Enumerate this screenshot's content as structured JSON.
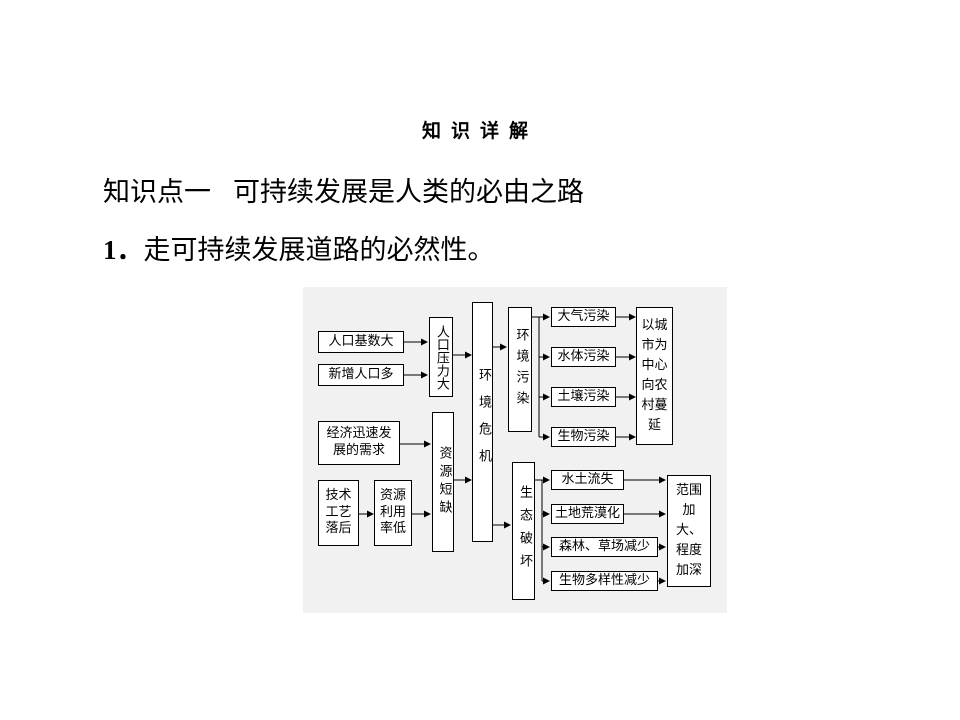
{
  "heading": "知识详解",
  "knowledge_point": {
    "number": "知识点一",
    "title": "可持续发展是人类的必由之路"
  },
  "item": {
    "number": "1．",
    "text": "走可持续发展道路的必然性。"
  },
  "diagram": {
    "causes": {
      "population_base": "人口基数大",
      "new_population": "新增人口多",
      "population_pressure": "人口压力大",
      "economic_demand": "经济迅速发展的需求",
      "tech_backward": "技术工艺落后",
      "low_utilization": "资源利用率低",
      "resource_shortage": "资源短缺"
    },
    "environment_crisis": "环境危机",
    "pollution": {
      "label": "环境污染",
      "items": [
        "大气污染",
        "水体污染",
        "土壤污染",
        "生物污染"
      ],
      "result": "以城市为中心向农村蔓延"
    },
    "eco_damage": {
      "label": "生态破坏",
      "items": [
        "水土流失",
        "土地荒漠化",
        "森林、草场减少",
        "生物多样性减少"
      ],
      "result": "范围加大、程度加深"
    }
  }
}
